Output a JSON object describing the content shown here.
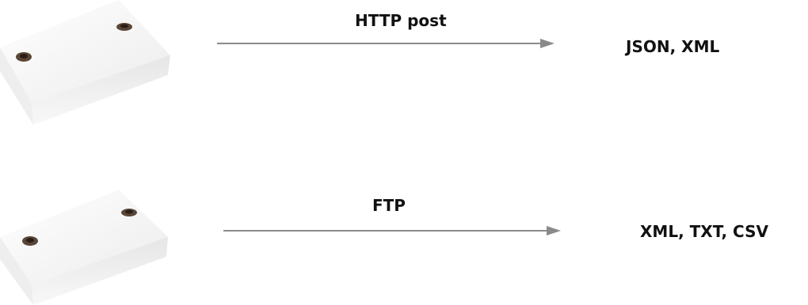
{
  "flows": [
    {
      "protocol": "HTTP post",
      "formats": "JSON, XML",
      "source_device": "sensor-device-icon"
    },
    {
      "protocol": "FTP",
      "formats": "XML, TXT, CSV",
      "source_device": "sensor-device-icon"
    }
  ],
  "colors": {
    "arrow": "#8a8a8a",
    "text": "#111111",
    "device_body": "#f4f4f4",
    "device_screw": "#5a4636"
  }
}
